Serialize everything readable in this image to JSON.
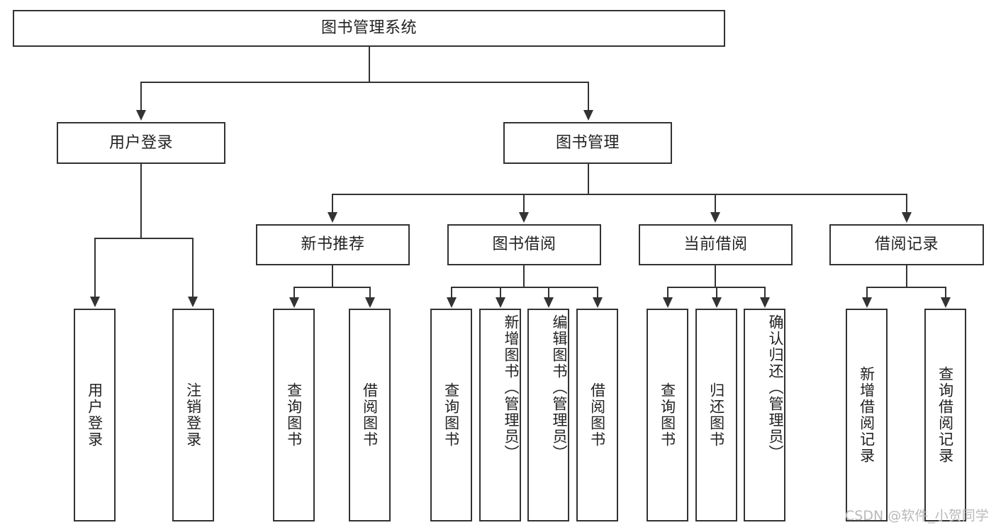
{
  "diagram": {
    "title": "图书管理系统",
    "watermark": "CSDN @软件_小贺同学",
    "root": {
      "label": "图书管理系统"
    },
    "level2": [
      {
        "label": "用户登录"
      },
      {
        "label": "图书管理"
      }
    ],
    "level3": [
      {
        "label": "新书推荐"
      },
      {
        "label": "图书借阅"
      },
      {
        "label": "当前借阅"
      },
      {
        "label": "借阅记录"
      }
    ],
    "leaves": {
      "user_login": [
        {
          "label": "用户登录"
        },
        {
          "label": "注销登录"
        }
      ],
      "new_book_recommend": [
        {
          "label": "查询图书"
        },
        {
          "label": "借阅图书"
        }
      ],
      "book_borrow": [
        {
          "label": "查询图书"
        },
        {
          "label": "新增图书（管理员）"
        },
        {
          "label": "编辑图书（管理员）"
        },
        {
          "label": "借阅图书"
        }
      ],
      "current_borrow": [
        {
          "label": "查询图书"
        },
        {
          "label": "归还图书"
        },
        {
          "label": "确认归还（管理员）"
        }
      ],
      "borrow_record": [
        {
          "label": "新增借阅记录"
        },
        {
          "label": "查询借阅记录"
        }
      ]
    },
    "colors": {
      "stroke": "#333333",
      "fill": "#ffffff",
      "text": "#222222",
      "watermark": "#b9b9b9"
    }
  },
  "chart_data": {
    "type": "table",
    "title": "图书管理系统功能结构图",
    "structure": "tree",
    "nodes": [
      {
        "id": "root",
        "label": "图书管理系统",
        "level": 0,
        "parent": null
      },
      {
        "id": "user_login",
        "label": "用户登录",
        "level": 1,
        "parent": "root"
      },
      {
        "id": "book_manage",
        "label": "图书管理",
        "level": 1,
        "parent": "root"
      },
      {
        "id": "new_book",
        "label": "新书推荐",
        "level": 2,
        "parent": "book_manage"
      },
      {
        "id": "book_borrow",
        "label": "图书借阅",
        "level": 2,
        "parent": "book_manage"
      },
      {
        "id": "current_borrow",
        "label": "当前借阅",
        "level": 2,
        "parent": "book_manage"
      },
      {
        "id": "borrow_record",
        "label": "借阅记录",
        "level": 2,
        "parent": "book_manage"
      },
      {
        "id": "l1",
        "label": "用户登录",
        "level": 2,
        "parent": "user_login"
      },
      {
        "id": "l2",
        "label": "注销登录",
        "level": 2,
        "parent": "user_login"
      },
      {
        "id": "l3",
        "label": "查询图书",
        "level": 3,
        "parent": "new_book"
      },
      {
        "id": "l4",
        "label": "借阅图书",
        "level": 3,
        "parent": "new_book"
      },
      {
        "id": "l5",
        "label": "查询图书",
        "level": 3,
        "parent": "book_borrow"
      },
      {
        "id": "l6",
        "label": "新增图书（管理员）",
        "level": 3,
        "parent": "book_borrow"
      },
      {
        "id": "l7",
        "label": "编辑图书（管理员）",
        "level": 3,
        "parent": "book_borrow"
      },
      {
        "id": "l8",
        "label": "借阅图书",
        "level": 3,
        "parent": "book_borrow"
      },
      {
        "id": "l9",
        "label": "查询图书",
        "level": 3,
        "parent": "current_borrow"
      },
      {
        "id": "l10",
        "label": "归还图书",
        "level": 3,
        "parent": "current_borrow"
      },
      {
        "id": "l11",
        "label": "确认归还（管理员）",
        "level": 3,
        "parent": "current_borrow"
      },
      {
        "id": "l12",
        "label": "新增借阅记录",
        "level": 3,
        "parent": "borrow_record"
      },
      {
        "id": "l13",
        "label": "查询借阅记录",
        "level": 3,
        "parent": "borrow_record"
      }
    ]
  }
}
